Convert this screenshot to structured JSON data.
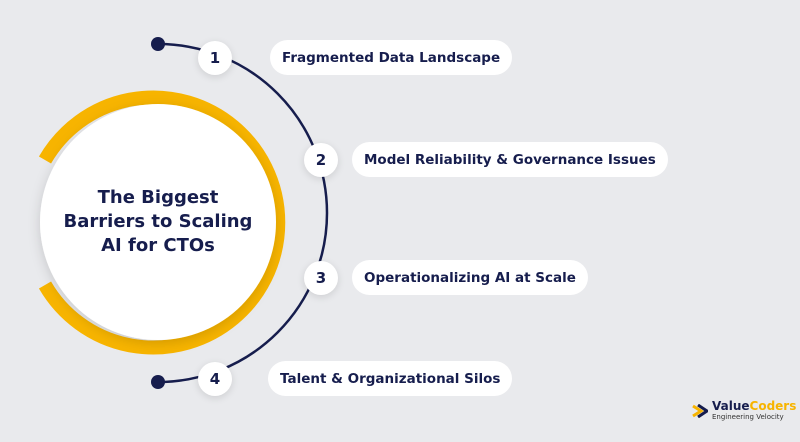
{
  "title": "The Biggest Barriers to Scaling AI for CTOs",
  "title_lines": [
    "The Biggest",
    "Barriers to Scaling",
    "AI for CTOs"
  ],
  "items": [
    {
      "number": "1",
      "label": "Fragmented Data Landscape"
    },
    {
      "number": "2",
      "label": "Model Reliability & Governance Issues"
    },
    {
      "number": "3",
      "label": "Operationalizing AI at Scale"
    },
    {
      "number": "4",
      "label": "Talent & Organizational Silos"
    }
  ],
  "logo": {
    "name_part1": "Value",
    "name_part2": "Coders",
    "tagline": "Engineering Velocity"
  },
  "colors": {
    "navy": "#161d4d",
    "orange": "#f7b400",
    "background": "#e9eaed"
  }
}
